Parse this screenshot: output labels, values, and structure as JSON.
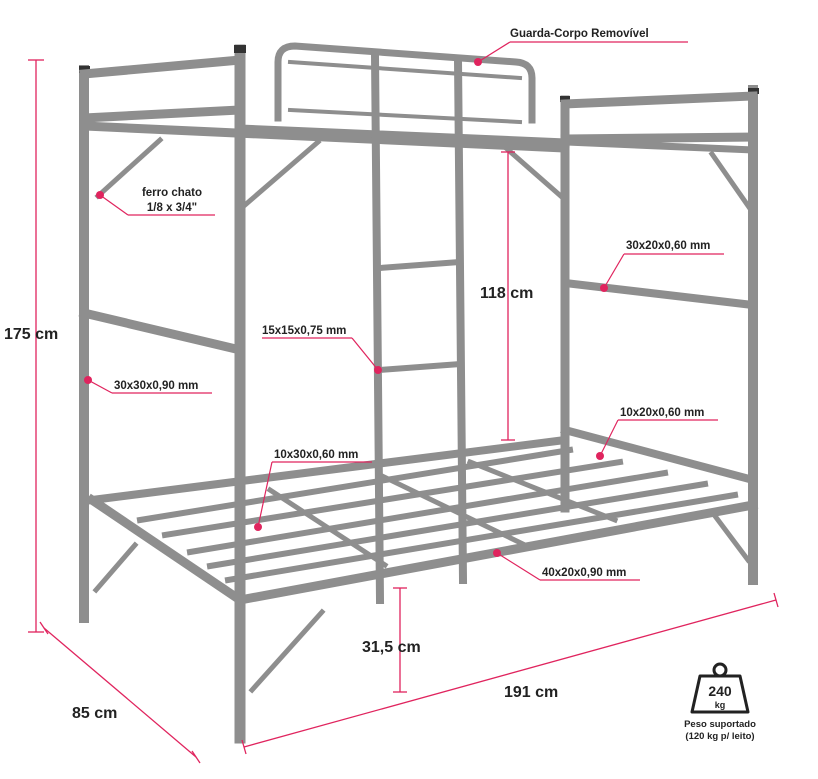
{
  "labels": {
    "guard_rail": "Guarda-Corpo Removível",
    "flat_iron_1": "ferro chato",
    "flat_iron_2": "1/8 x 3/4\"",
    "tube_30x20": "30x20x0,60 mm",
    "height_118": "118 cm",
    "tube_15x15": "15x15x0,75 mm",
    "height_175": "175 cm",
    "tube_30x30": "30x30x0,90 mm",
    "tube_10x20": "10x20x0,60 mm",
    "tube_10x30": "10x30x0,60 mm",
    "tube_40x20": "40x20x0,90 mm",
    "height_31_5": "31,5 cm",
    "depth_85": "85 cm",
    "length_191": "191 cm",
    "weight_value": "240",
    "weight_unit": "kg",
    "weight_caption_1": "Peso suportado",
    "weight_caption_2": "(120 kg p/ leito)"
  },
  "colors": {
    "frame": "#8e8e8e",
    "accent": "#e0245e",
    "text": "#222222"
  }
}
